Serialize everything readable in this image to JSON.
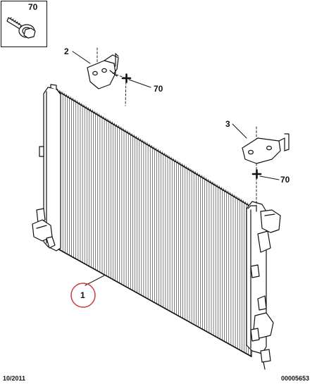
{
  "callouts": {
    "inset_fastener": "70",
    "bracket_upper": "2",
    "fastener_upper": "70",
    "bracket_lower": "3",
    "fastener_lower": "70",
    "radiator": "1"
  },
  "footer": {
    "date": "10/2011",
    "reference": "00005653"
  },
  "colors": {
    "line": "#111111",
    "highlight_circle": "#d23a3a"
  },
  "icons": {
    "inset": "screw-with-washer-icon",
    "fastener": "plus-fastener-icon"
  }
}
